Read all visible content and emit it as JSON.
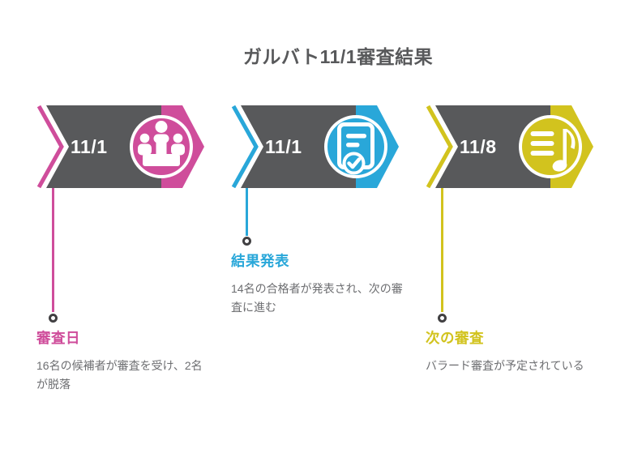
{
  "title": "ガルバト11/1審査結果",
  "colors": {
    "shape_gray": "#58595B",
    "title_text": "#58595B",
    "body_text": "#6D6E71",
    "marker_ring": "#414042",
    "pink": "#CF4D9B",
    "blue": "#29A7D9",
    "yellow": "#D2C31E"
  },
  "steps": [
    {
      "date": "11/1",
      "icon": "judges-panel-icon",
      "color": "#CF4D9B",
      "label": "審査日",
      "description": "16名の候補者が審査を受け、2名が脱落"
    },
    {
      "date": "11/1",
      "icon": "document-check-icon",
      "color": "#29A7D9",
      "label": "結果発表",
      "description": "14名の合格者が発表され、次の審査に進む"
    },
    {
      "date": "11/8",
      "icon": "music-note-icon",
      "color": "#D2C31E",
      "label": "次の審査",
      "description": "バラード審査が予定されている"
    }
  ]
}
